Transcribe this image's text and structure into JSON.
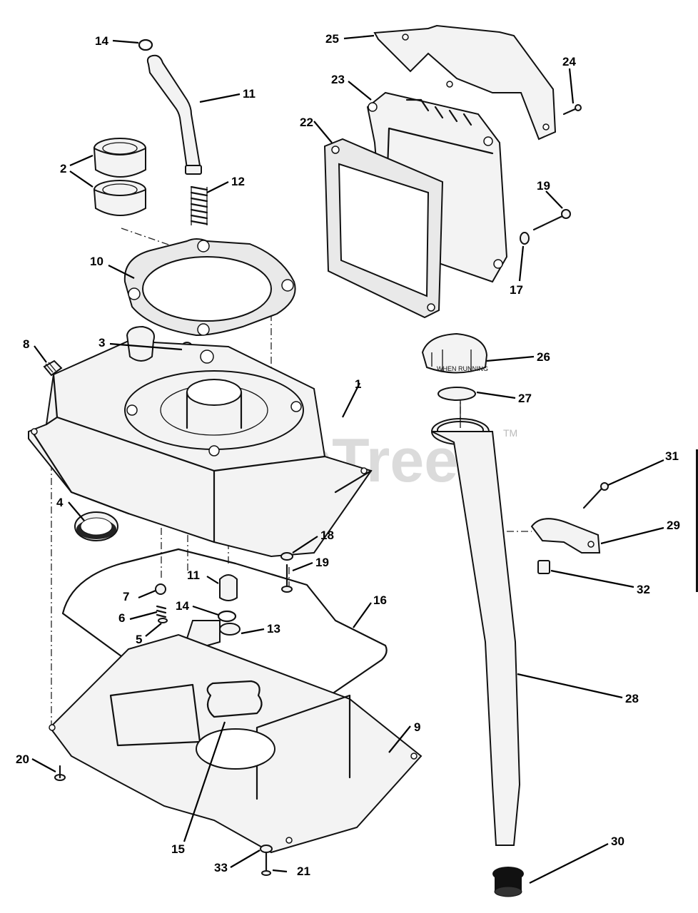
{
  "watermark": {
    "brand": "PartsTree",
    "trademark": "TM"
  },
  "callouts": {
    "c1": "1",
    "c2": "2",
    "c3": "3",
    "c4": "4",
    "c5": "5",
    "c6": "6",
    "c7": "7",
    "c8": "8",
    "c9": "9",
    "c10": "10",
    "c11a": "11",
    "c11b": "11",
    "c12": "12",
    "c13": "13",
    "c14a": "14",
    "c14b": "14",
    "c15": "15",
    "c16": "16",
    "c17": "17",
    "c18": "18",
    "c19a": "19",
    "c19b": "19",
    "c20": "20",
    "c21": "21",
    "c22": "22",
    "c23": "23",
    "c24": "24",
    "c25": "25",
    "c26": "26",
    "c27": "27",
    "c28": "28",
    "c29": "29",
    "c30": "30",
    "c31": "31",
    "c32": "32",
    "c33": "33"
  },
  "cap_text": "WHEN RUNNING"
}
